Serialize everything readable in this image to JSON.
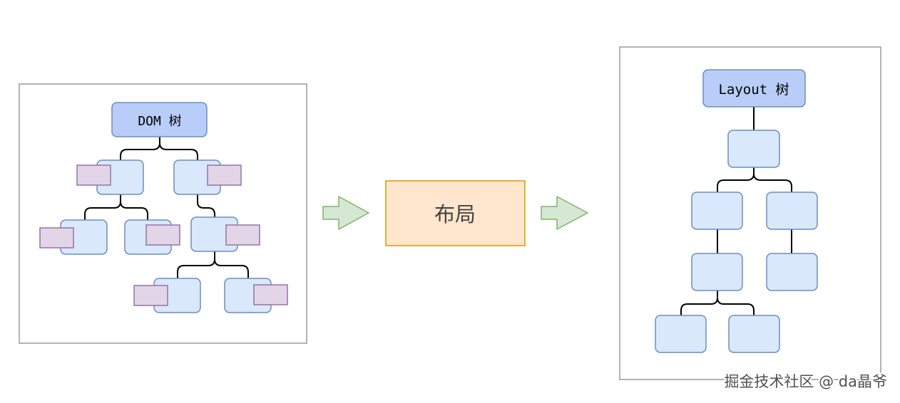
{
  "dom_tree": {
    "label": "DOM 树"
  },
  "process": {
    "label": "布局"
  },
  "layout_tree": {
    "label": "Layout 树"
  },
  "watermark": {
    "text": "掘金技术社区 @ da晶爷"
  },
  "colors": {
    "node_fill": "#dae8fc",
    "node_stroke": "#6c8ebf",
    "root_fill": "#b8cdf7",
    "purple_fill": "#e1d5e7",
    "purple_stroke": "#9673a6",
    "arrow_fill": "#d5e8d4",
    "arrow_stroke": "#82b366",
    "process_fill": "#ffe6cc",
    "process_stroke": "#d79b00"
  }
}
